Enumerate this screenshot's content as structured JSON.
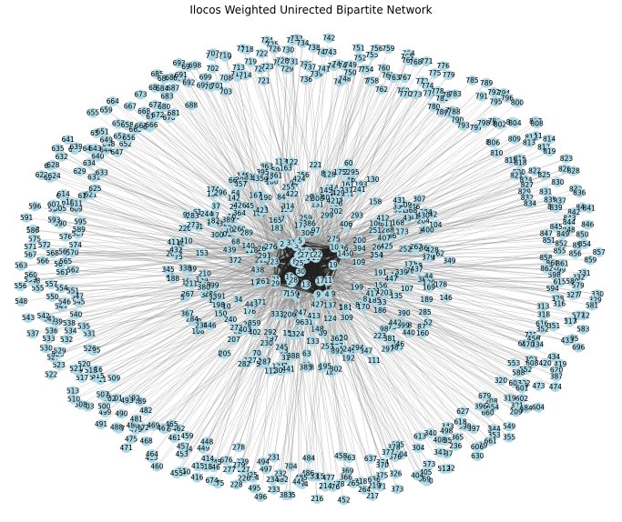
{
  "figure": {
    "title": "Ilocos Weighted Unirected Bipartite Network"
  },
  "chart_data": {
    "type": "network",
    "title": "Ilocos Weighted Unirected Bipartite Network",
    "node_color": "#add8e6",
    "edge_color": "#808080",
    "hub_nodes": [
      "1",
      "2",
      "3",
      "4",
      "5",
      "6",
      "7",
      "8",
      "9",
      "10",
      "11",
      "12",
      "13",
      "14",
      "15",
      "16",
      "17",
      "18",
      "19",
      "20",
      "21",
      "22",
      "23",
      "24",
      "25",
      "26",
      "27",
      "28",
      "29",
      "30"
    ],
    "ring_nodes": [
      "599",
      "331",
      "598",
      "332",
      "580",
      "615",
      "579",
      "594",
      "330",
      "157",
      "327",
      "329",
      "328",
      "581",
      "316",
      "313",
      "312",
      "577",
      "318",
      "578",
      "317",
      "583",
      "616",
      "351",
      "352",
      "695",
      "433",
      "696",
      "715",
      "717",
      "456",
      "334",
      "600",
      "470",
      "434",
      "419",
      "420",
      "393",
      "620",
      "608",
      "387",
      "599",
      "552",
      "553",
      "474",
      "588",
      "473",
      "592",
      "336",
      "603",
      "601",
      "320",
      "604",
      "602",
      "319",
      "584",
      "321",
      "585",
      "209",
      "208",
      "679",
      "320",
      "654",
      "598",
      "549",
      "660",
      "679",
      "396",
      "355",
      "356",
      "344",
      "353",
      "627",
      "661",
      "397",
      "398",
      "618",
      "620",
      "619",
      "606",
      "630",
      "365",
      "343",
      "498",
      "236",
      "235",
      "408",
      "337",
      "340",
      "341",
      "342",
      "608",
      "512",
      "615",
      "613",
      "592",
      "573",
      "351",
      "304",
      "405",
      "670",
      "669",
      "404",
      "505",
      "504",
      "378",
      "376",
      "377",
      "326",
      "373",
      "374",
      "370",
      "375",
      "371",
      "637",
      "636",
      "219",
      "217",
      "218",
      "264",
      "263",
      "265",
      "369",
      "366",
      "458",
      "452",
      "478",
      "476",
      "477",
      "213",
      "214",
      "215",
      "216",
      "483",
      "484",
      "486",
      "485",
      "444",
      "445",
      "705",
      "704",
      "383",
      "382",
      "232",
      "233",
      "234",
      "231",
      "497",
      "496",
      "494",
      "495",
      "224",
      "225",
      "226",
      "227",
      "228",
      "229",
      "279",
      "277",
      "278",
      "676",
      "675",
      "674",
      "645",
      "646",
      "418",
      "414",
      "416",
      "415",
      "449",
      "448",
      "450",
      "451",
      "455",
      "454",
      "453",
      "457",
      "459",
      "460",
      "461",
      "462",
      "463",
      "464",
      "465",
      "466",
      "467",
      "468",
      "469",
      "471",
      "472",
      "473",
      "475",
      "479",
      "480",
      "481",
      "482",
      "487",
      "488",
      "489",
      "490",
      "491",
      "492",
      "493",
      "499",
      "500",
      "501",
      "502",
      "503",
      "506",
      "507",
      "508",
      "509",
      "510",
      "511",
      "513",
      "514",
      "515",
      "516",
      "517",
      "518",
      "519",
      "520",
      "521",
      "522",
      "523",
      "524",
      "525",
      "526",
      "527",
      "528",
      "529",
      "530",
      "531",
      "532",
      "533",
      "534",
      "535",
      "536",
      "537",
      "538",
      "539",
      "540",
      "541",
      "542",
      "543",
      "544",
      "545",
      "546",
      "547",
      "548",
      "550",
      "551",
      "554",
      "555",
      "556",
      "557",
      "558",
      "559",
      "560",
      "561",
      "562",
      "563",
      "564",
      "565",
      "566",
      "567",
      "568",
      "569",
      "570",
      "571",
      "572",
      "574",
      "575",
      "576",
      "582",
      "586",
      "587",
      "589",
      "590",
      "591",
      "593",
      "595",
      "596",
      "597",
      "605",
      "607",
      "609",
      "610",
      "611",
      "612",
      "614",
      "617",
      "621",
      "622",
      "623",
      "624",
      "625",
      "626",
      "628",
      "629",
      "631",
      "632",
      "633",
      "634",
      "635",
      "638",
      "639",
      "640",
      "641",
      "642",
      "643",
      "644",
      "647",
      "648",
      "649",
      "650",
      "651",
      "652",
      "653",
      "655",
      "656",
      "657",
      "658",
      "659",
      "662",
      "663",
      "664",
      "665",
      "666",
      "667",
      "668",
      "671",
      "672",
      "673",
      "677",
      "678",
      "680",
      "681",
      "682",
      "683",
      "684",
      "685",
      "686",
      "687",
      "688",
      "689",
      "690",
      "691",
      "692",
      "693",
      "694",
      "697",
      "698",
      "699",
      "700",
      "701",
      "702",
      "703",
      "706",
      "707",
      "708",
      "709",
      "710",
      "711",
      "712",
      "713",
      "714",
      "716",
      "718",
      "719",
      "720",
      "721",
      "722",
      "723",
      "724",
      "725",
      "726",
      "727",
      "728",
      "729",
      "730",
      "731",
      "732",
      "733",
      "734",
      "735",
      "736",
      "737",
      "738",
      "739",
      "740",
      "741",
      "742",
      "743",
      "744",
      "745",
      "746",
      "747",
      "748",
      "749",
      "750",
      "751",
      "752",
      "753",
      "754",
      "755",
      "756",
      "757",
      "758",
      "759",
      "760",
      "761",
      "762",
      "763",
      "764",
      "765",
      "766",
      "767",
      "768",
      "769",
      "770",
      "771",
      "772",
      "773",
      "774",
      "775",
      "776",
      "777",
      "778",
      "779",
      "780",
      "781",
      "782",
      "783",
      "784",
      "785",
      "786",
      "787",
      "788",
      "789",
      "790",
      "791",
      "792",
      "793",
      "794",
      "795",
      "796",
      "797",
      "798",
      "799",
      "800",
      "801",
      "802",
      "803",
      "804",
      "805",
      "806",
      "807",
      "808",
      "809",
      "810",
      "811",
      "812",
      "813",
      "814",
      "815",
      "816",
      "817",
      "818",
      "819",
      "820",
      "821",
      "822",
      "823",
      "824",
      "825",
      "826",
      "827",
      "828",
      "829",
      "830",
      "831",
      "832",
      "833",
      "834",
      "835",
      "836",
      "837",
      "838",
      "839",
      "840",
      "841",
      "842",
      "843",
      "844",
      "845",
      "846",
      "847",
      "848",
      "849",
      "850",
      "851",
      "852",
      "853",
      "854",
      "855",
      "856",
      "857",
      "858",
      "859",
      "860",
      "861",
      "862"
    ],
    "mid_nodes": [
      "31",
      "32",
      "33",
      "34",
      "35",
      "36",
      "37",
      "38",
      "39",
      "40",
      "41",
      "42",
      "43",
      "44",
      "45",
      "46",
      "47",
      "48",
      "49",
      "50",
      "51",
      "52",
      "53",
      "54",
      "55",
      "56",
      "57",
      "58",
      "59",
      "60",
      "61",
      "62",
      "63",
      "64",
      "65",
      "66",
      "67",
      "68",
      "69",
      "70",
      "71",
      "72",
      "73",
      "74",
      "75",
      "76",
      "77",
      "78",
      "79",
      "80",
      "81",
      "82",
      "83",
      "84",
      "85",
      "86",
      "87",
      "88",
      "89",
      "90",
      "91",
      "92",
      "93",
      "94",
      "95",
      "96",
      "97",
      "98",
      "99",
      "100",
      "101",
      "102",
      "103",
      "104",
      "105",
      "106",
      "107",
      "108",
      "109",
      "110",
      "111",
      "112",
      "113",
      "114",
      "115",
      "116",
      "117",
      "118",
      "119",
      "120",
      "121",
      "122",
      "123",
      "124",
      "125",
      "126",
      "127",
      "128",
      "129",
      "130",
      "131",
      "132",
      "133",
      "134",
      "135",
      "136",
      "137",
      "138",
      "139",
      "140",
      "141",
      "142",
      "143",
      "144",
      "145",
      "146",
      "147",
      "148",
      "149",
      "150",
      "151",
      "152",
      "153",
      "154",
      "155",
      "156",
      "158",
      "159",
      "160",
      "161",
      "162",
      "163",
      "164",
      "165",
      "166",
      "167",
      "168",
      "169",
      "170",
      "171",
      "172",
      "173",
      "174",
      "175",
      "176",
      "177",
      "178",
      "179",
      "180",
      "181",
      "182",
      "183",
      "184",
      "185",
      "186",
      "187",
      "188",
      "189",
      "190",
      "191",
      "192",
      "193",
      "194",
      "195",
      "196",
      "197",
      "198",
      "199",
      "200",
      "201",
      "202",
      "203",
      "204",
      "205",
      "206",
      "207",
      "210",
      "211",
      "212",
      "220",
      "221",
      "222",
      "223",
      "230",
      "237",
      "238",
      "239",
      "240",
      "241",
      "242",
      "243",
      "244",
      "245",
      "246",
      "247",
      "248",
      "249",
      "250",
      "251",
      "252",
      "253",
      "254",
      "255",
      "256",
      "257",
      "258",
      "259",
      "260",
      "261",
      "262",
      "266",
      "267",
      "268",
      "269",
      "270",
      "271",
      "272",
      "273",
      "274",
      "275",
      "276",
      "280",
      "281",
      "282",
      "283",
      "284",
      "285",
      "286",
      "287",
      "288",
      "289",
      "290",
      "291",
      "292",
      "293",
      "294",
      "295",
      "296",
      "297",
      "298",
      "299",
      "300",
      "301",
      "302",
      "303",
      "305",
      "306",
      "307",
      "308",
      "309",
      "310",
      "311",
      "314",
      "315",
      "322",
      "323",
      "324",
      "325",
      "333",
      "335",
      "338",
      "339",
      "345",
      "346",
      "347",
      "348",
      "349",
      "350",
      "354",
      "357",
      "358",
      "359",
      "360",
      "361",
      "362",
      "363",
      "364",
      "367",
      "368",
      "372",
      "379",
      "380",
      "381",
      "384",
      "385",
      "386",
      "388",
      "389",
      "390",
      "391",
      "392",
      "394",
      "395",
      "399",
      "400",
      "401",
      "402",
      "403",
      "406",
      "407",
      "409",
      "410",
      "411",
      "412",
      "413",
      "417",
      "421",
      "422",
      "423",
      "424",
      "425",
      "426",
      "427",
      "428",
      "429",
      "430",
      "431",
      "432",
      "435",
      "436",
      "437",
      "438",
      "439",
      "440",
      "441",
      "442",
      "443",
      "446",
      "447"
    ]
  }
}
